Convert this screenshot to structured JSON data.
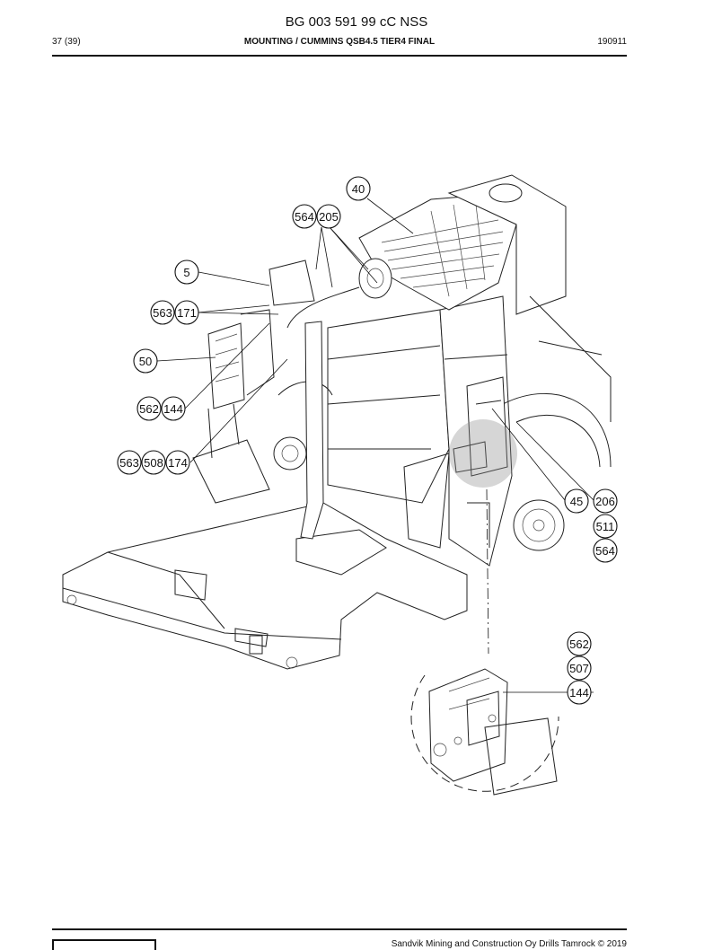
{
  "header": {
    "doc_number": "BG 003 591 99 cC NSS",
    "page": "37 (39)",
    "section_title": "MOUNTING / CUMMINS QSB4.5 TIER4 FINAL",
    "date": "190911"
  },
  "callouts": [
    {
      "id": "c40",
      "label": "40"
    },
    {
      "id": "c564a",
      "label": "564"
    },
    {
      "id": "c205",
      "label": "205"
    },
    {
      "id": "c5",
      "label": "5"
    },
    {
      "id": "c563a",
      "label": "563"
    },
    {
      "id": "c171",
      "label": "171"
    },
    {
      "id": "c50",
      "label": "50"
    },
    {
      "id": "c562a",
      "label": "562"
    },
    {
      "id": "c144a",
      "label": "144"
    },
    {
      "id": "c563b",
      "label": "563"
    },
    {
      "id": "c508",
      "label": "508"
    },
    {
      "id": "c174",
      "label": "174"
    },
    {
      "id": "c45",
      "label": "45"
    },
    {
      "id": "c206",
      "label": "206"
    },
    {
      "id": "c511",
      "label": "511"
    },
    {
      "id": "c564b",
      "label": "564"
    },
    {
      "id": "c562b",
      "label": "562"
    },
    {
      "id": "c507",
      "label": "507"
    },
    {
      "id": "c144b",
      "label": "144"
    }
  ],
  "footer": {
    "copyright": "Sandvik Mining and Construction Oy Drills Tamrock © 2019"
  }
}
